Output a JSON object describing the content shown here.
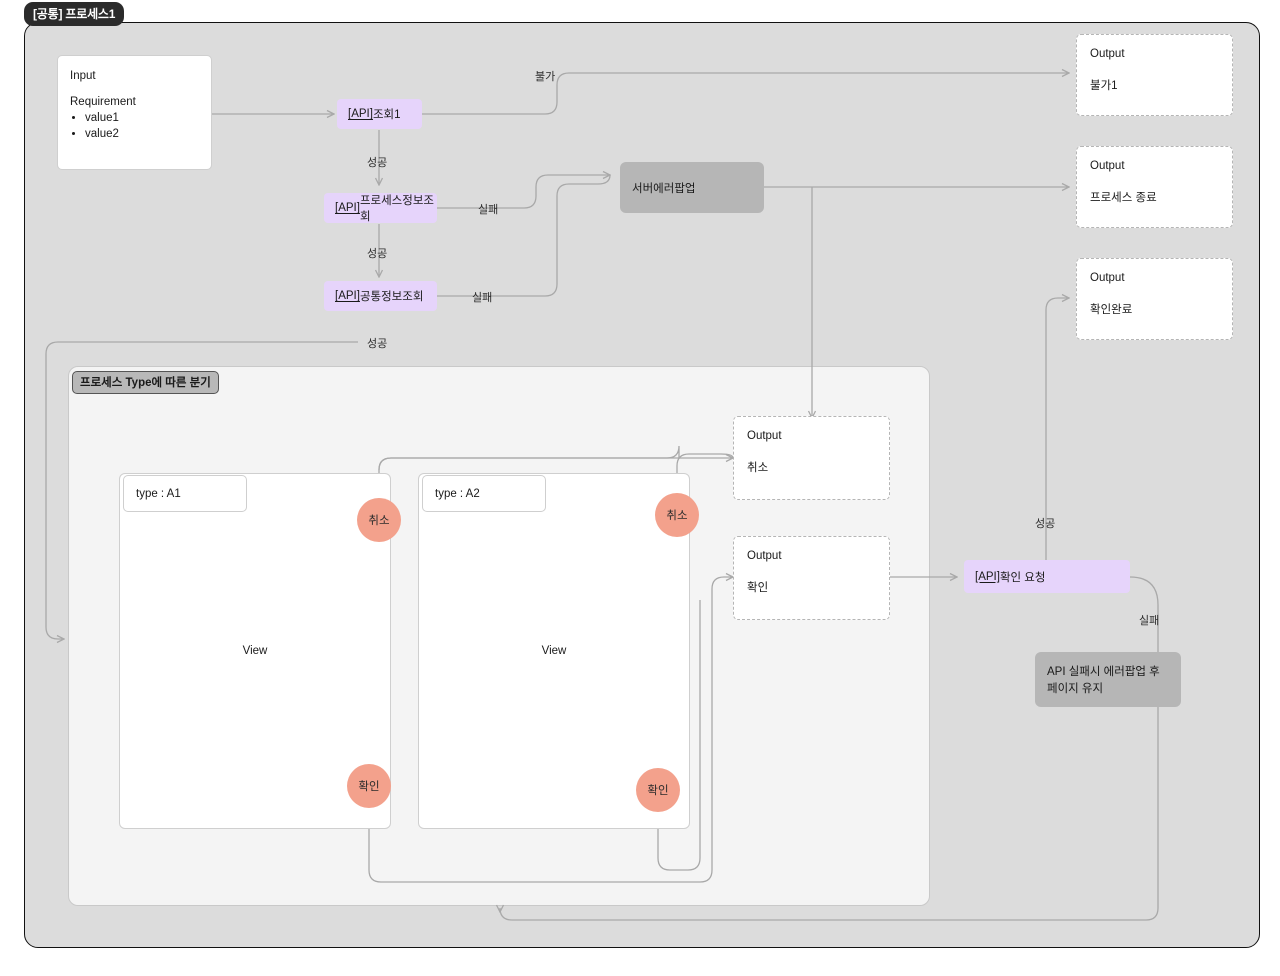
{
  "frame": {
    "title": "[공통] 프로세스1"
  },
  "group": {
    "title": "프로세스 Type에 따른 분기"
  },
  "input": {
    "title": "Input",
    "requirement_label": "Requirement",
    "values": [
      "value1",
      "value2"
    ]
  },
  "api_nodes": {
    "lookup1": {
      "prefix": "[API]",
      "label": " 조회1"
    },
    "process_info": {
      "prefix": "[API]",
      "label": " 프로세스정보조회"
    },
    "common_info": {
      "prefix": "[API]",
      "label": " 공통정보조회"
    },
    "confirm_request": {
      "prefix": "[API]",
      "label": " 확인 요청"
    }
  },
  "gray_nodes": {
    "server_error_popup": "서버에러팝업",
    "api_fail_note_line1": "API 실패시 에러팝업 후",
    "api_fail_note_line2": "페이지 유지"
  },
  "outputs": {
    "o1": {
      "label": "Output",
      "value": "불가1"
    },
    "o2": {
      "label": "Output",
      "value": "프로세스 종료"
    },
    "o3": {
      "label": "Output",
      "value": "확인완료"
    },
    "o4": {
      "label": "Output",
      "value": "취소"
    },
    "o5": {
      "label": "Output",
      "value": "확인"
    }
  },
  "types": {
    "a1": {
      "tag": "type : A1",
      "view": "View"
    },
    "a2": {
      "tag": "type : A2",
      "view": "View"
    }
  },
  "buttons": {
    "cancel": "취소",
    "confirm": "확인"
  },
  "edge_labels": {
    "impossible": "불가",
    "success_1": "성공",
    "fail_1": "실패",
    "success_2": "성공",
    "fail_2": "실패",
    "success_3": "성공",
    "success_4": "성공",
    "fail_3": "실패"
  },
  "colors": {
    "frame_bg": "#dcdcdc",
    "group_bg": "#f4f4f4",
    "api_node": "#e6d4fb",
    "gray_node": "#b6b6b6",
    "circle_btn": "#f3a18c",
    "wire": "#a9a9a9"
  }
}
